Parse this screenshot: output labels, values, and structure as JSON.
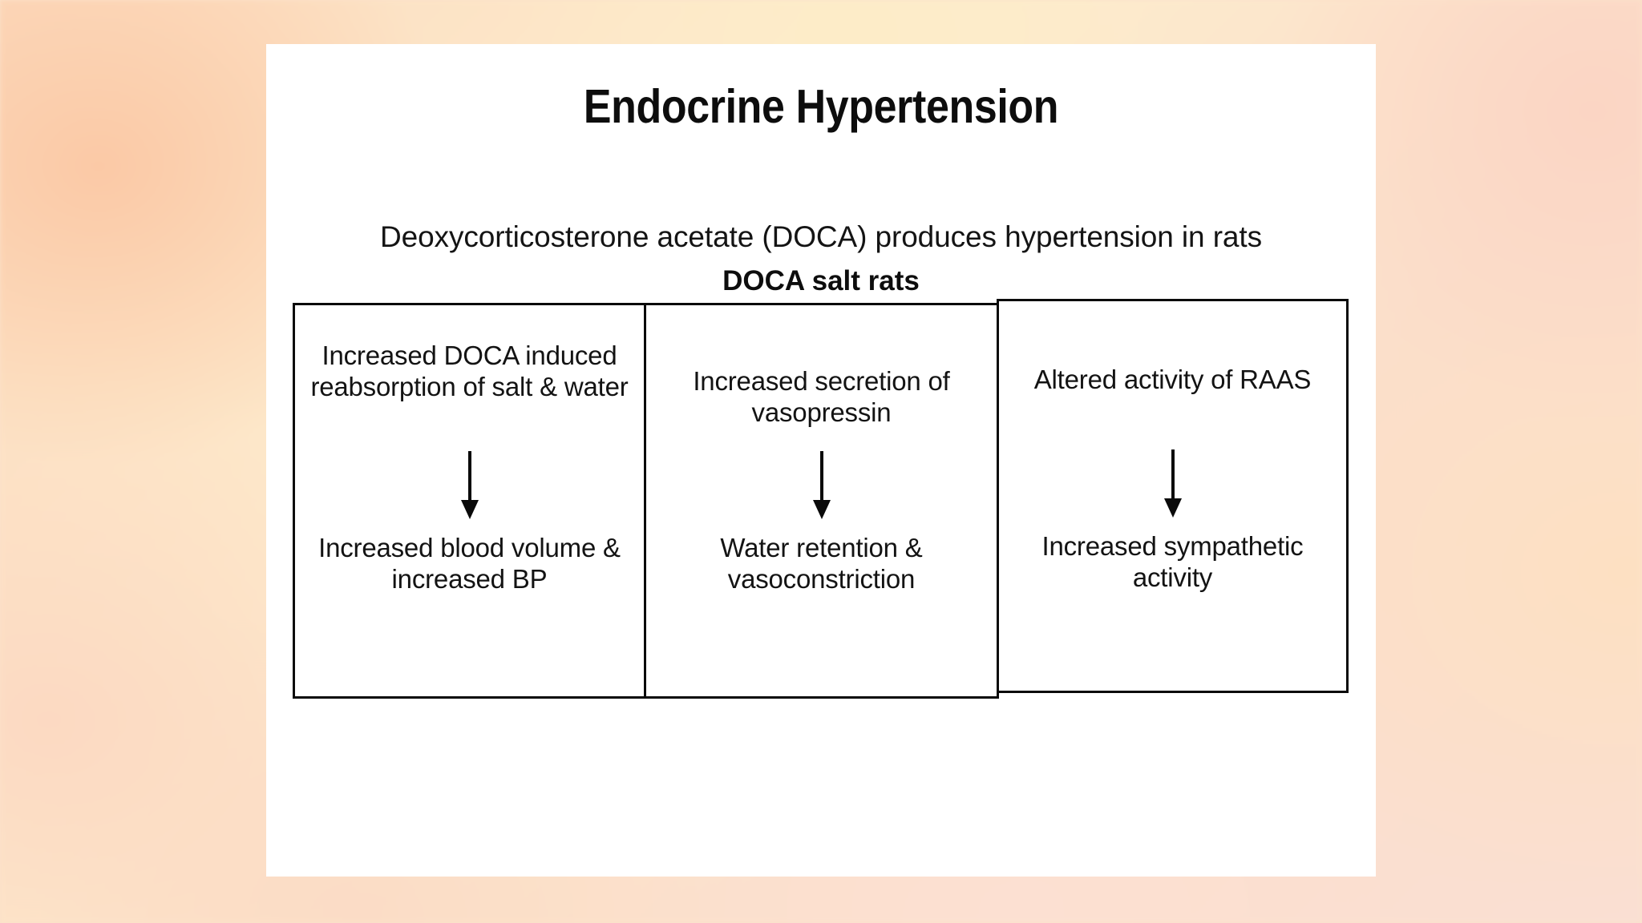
{
  "slide": {
    "title": "Endocrine Hypertension",
    "subtitle_line_1": "Deoxycorticosterone acetate (DOCA) produces hypertension in rats",
    "subtitle_line_2": "DOCA salt rats",
    "background_color": "#fbe2ca",
    "card_color": "#ffffff",
    "text_color": "#131313",
    "border_color": "#0a0a0a"
  },
  "flow_table": {
    "columns": [
      {
        "top_text": "Increased DOCA induced reabsorption of salt & water",
        "arrow": "down-arrow-icon",
        "bottom_text": "Increased blood volume & increased BP"
      },
      {
        "top_text": "Increased secretion of vasopressin",
        "arrow": "down-arrow-icon",
        "bottom_text": "Water retention & vasoconstriction"
      },
      {
        "top_text": "Altered activity of RAAS",
        "arrow": "down-arrow-icon",
        "bottom_text": "Increased sympathetic activity"
      }
    ]
  }
}
